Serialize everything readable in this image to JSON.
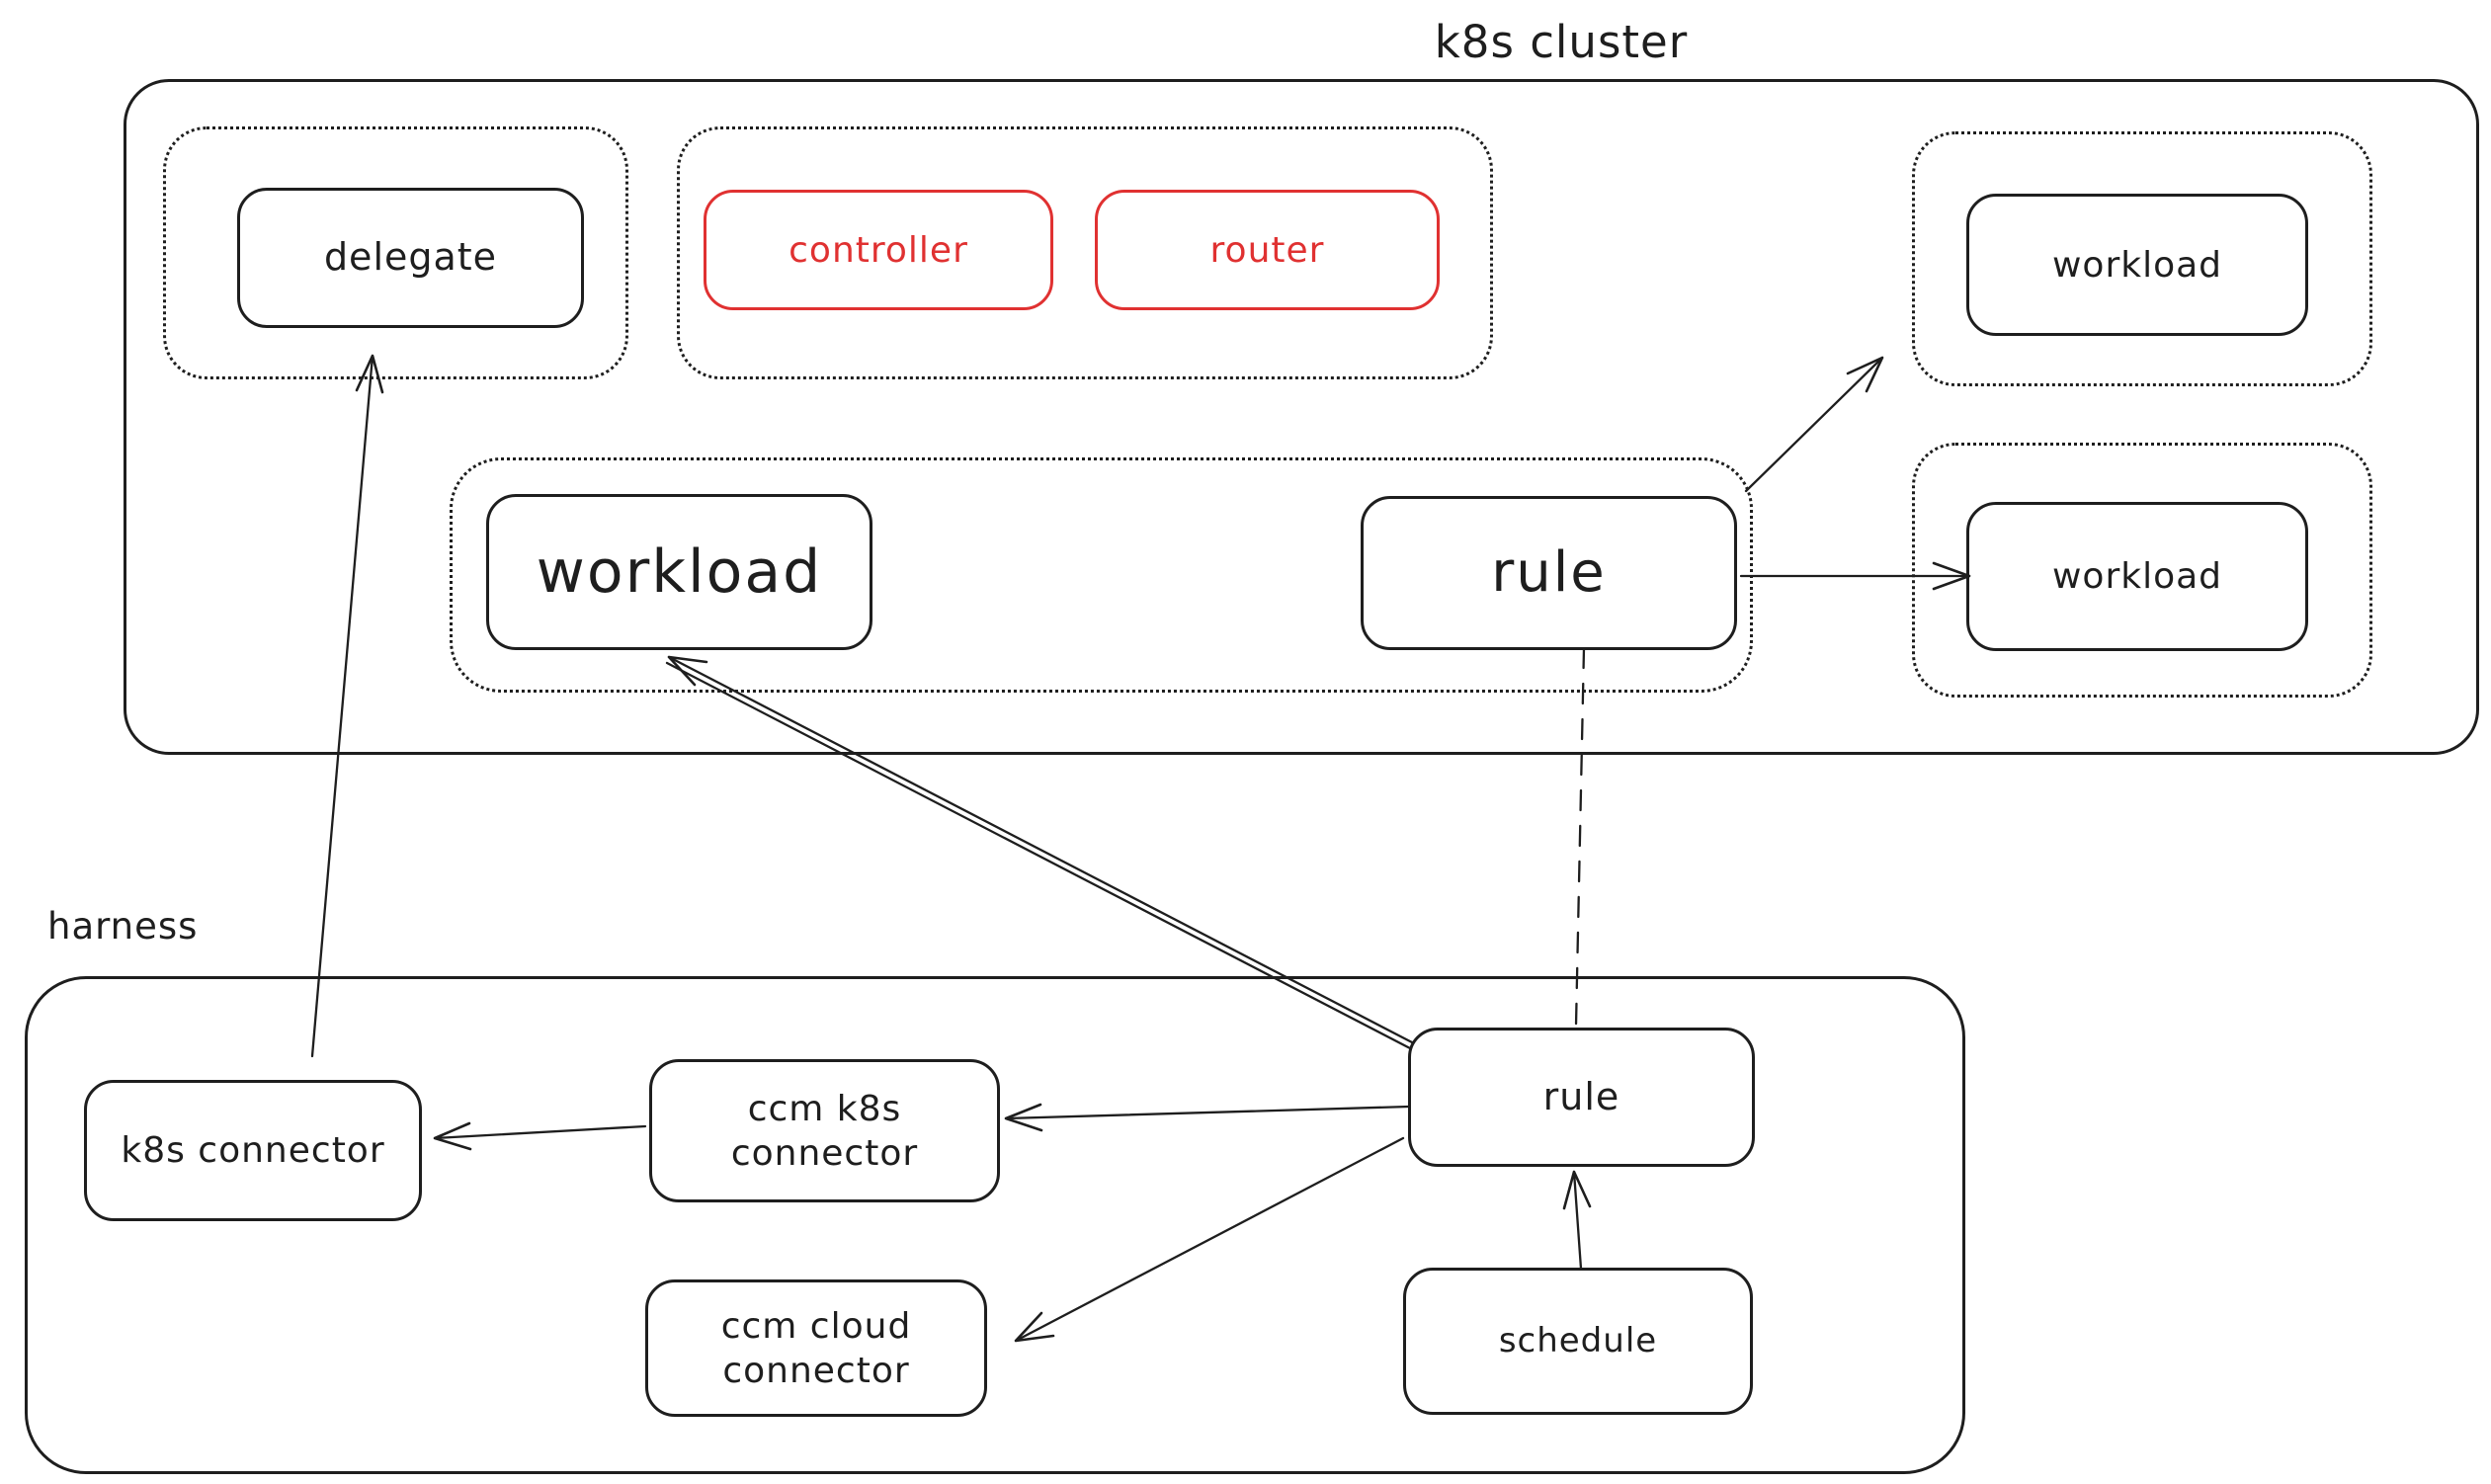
{
  "colors": {
    "ink": "#1e1e1e",
    "accent_red": "#e03131",
    "background": "#ffffff"
  },
  "cluster": {
    "title": "k8s cluster",
    "nodes": {
      "delegate": "delegate",
      "controller": "controller",
      "router": "router",
      "workload_top": "workload",
      "workload_mid": "workload",
      "rule": "rule",
      "workload_right": "workload"
    }
  },
  "harness": {
    "title": "harness",
    "nodes": {
      "k8s_connector": "k8s connector",
      "ccm_k8s_connector": "ccm k8s\nconnector",
      "ccm_cloud_connector": "ccm cloud\nconnector",
      "rule": "rule",
      "schedule": "schedule"
    }
  },
  "edges": [
    {
      "from": "k8s connector",
      "to": "delegate group (k8s cluster)",
      "style": "arrow"
    },
    {
      "from": "rule (harness)",
      "to": "workload (k8s cluster)",
      "style": "arrow"
    },
    {
      "from": "ccm k8s connector",
      "to": "k8s connector",
      "style": "arrow"
    },
    {
      "from": "rule (harness)",
      "to": "ccm k8s connector",
      "style": "arrow"
    },
    {
      "from": "rule (harness)",
      "to": "ccm cloud connector",
      "style": "arrow"
    },
    {
      "from": "schedule",
      "to": "rule (harness)",
      "style": "arrow"
    },
    {
      "from": "rule (k8s cluster)",
      "to": "workload group (top right)",
      "style": "arrow"
    },
    {
      "from": "rule (k8s cluster)",
      "to": "workload (right)",
      "style": "arrow"
    },
    {
      "from": "rule (k8s cluster)",
      "to": "rule (harness)",
      "style": "dashed"
    }
  ]
}
